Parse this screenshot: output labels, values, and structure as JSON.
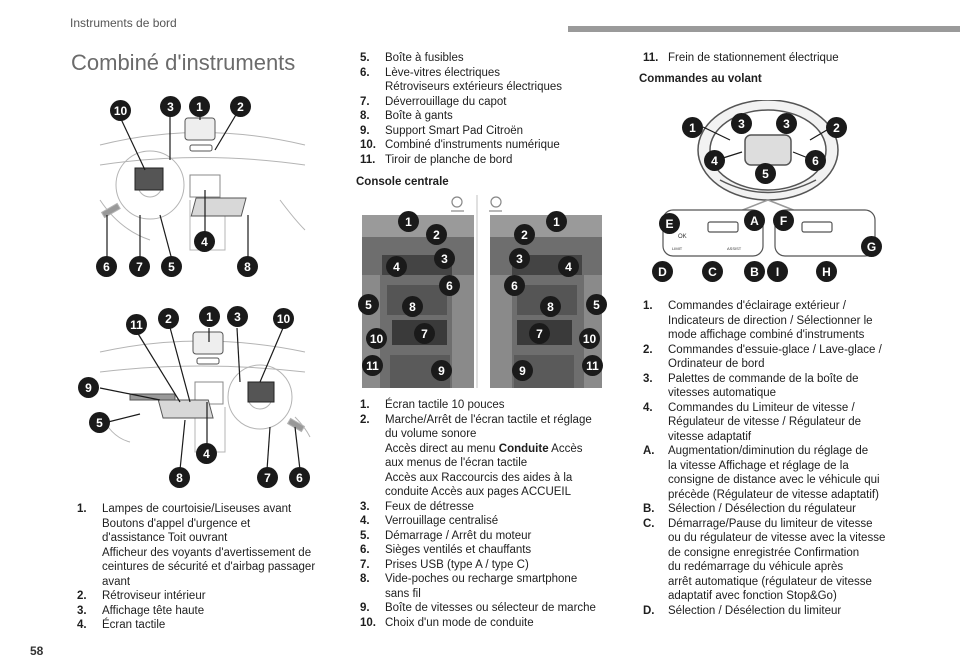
{
  "header": {
    "section": "Instruments de bord",
    "title": "Combiné d'instruments",
    "page_number": "58"
  },
  "diagram1_labels": [
    "10",
    "3",
    "1",
    "2",
    "4",
    "6",
    "7",
    "5",
    "8"
  ],
  "diagram2_labels": [
    "2",
    "1",
    "3",
    "11",
    "10",
    "9",
    "5",
    "8",
    "4",
    "7",
    "6"
  ],
  "console_labels_left": [
    "1",
    "2",
    "3",
    "4",
    "5",
    "6",
    "8",
    "7",
    "10",
    "11",
    "9"
  ],
  "console_labels_right": [
    "1",
    "2",
    "3",
    "4",
    "5",
    "6",
    "8",
    "7",
    "10",
    "9",
    "11"
  ],
  "wheel_labels": [
    "1",
    "3",
    "3",
    "2",
    "4",
    "6",
    "5",
    "E",
    "A",
    "F",
    "G",
    "D",
    "C",
    "B",
    "I",
    "H"
  ],
  "wheel_texts": {
    "ok": "OK",
    "limit": "LIMIT",
    "assist": "ASSIST"
  },
  "list1": [
    {
      "n": "1.",
      "t": "Lampes de courtoisie/Liseuses avant\nBoutons d'appel d'urgence et\nd'assistance Toit ouvrant\nAfficheur des voyants d'avertissement de\nceintures de sécurité et d'airbag passager\navant"
    },
    {
      "n": "2.",
      "t": "Rétroviseur intérieur"
    },
    {
      "n": "3.",
      "t": "Affichage tête haute"
    },
    {
      "n": "4.",
      "t": "Écran tactile"
    }
  ],
  "list2": [
    {
      "n": "5.",
      "t": "Boîte à fusibles"
    },
    {
      "n": "6.",
      "t": "Lève-vitres électriques\nRétroviseurs extérieurs électriques"
    },
    {
      "n": "7.",
      "t": "Déverrouillage du capot"
    },
    {
      "n": "8.",
      "t": "Boîte à gants"
    },
    {
      "n": "9.",
      "t": "Support Smart Pad Citroën"
    },
    {
      "n": "10.",
      "t": "Combiné d'instruments numérique"
    },
    {
      "n": "11.",
      "t": "Tiroir de planche de bord"
    }
  ],
  "console_heading": "Console centrale",
  "list3": [
    {
      "n": "1.",
      "t": "Écran tactile 10 pouces"
    },
    {
      "n": "2.",
      "t": "Marche/Arrêt de l'écran tactile et réglage\ndu volume sonore"
    },
    {
      "n": "",
      "t": "Accès direct au menu ",
      "b": "Conduite",
      "t2": " Accès\naux menus de l'écran tactile\nAccès aux Raccourcis des aides à la\nconduite Accès aux pages ACCUEIL"
    },
    {
      "n": "3.",
      "t": "Feux de détresse"
    },
    {
      "n": "4.",
      "t": "Verrouillage centralisé"
    },
    {
      "n": "5.",
      "t": "Démarrage / Arrêt du moteur"
    },
    {
      "n": "6.",
      "t": "Sièges ventilés et chauffants"
    },
    {
      "n": "7.",
      "t": "Prises USB (type A / type C)"
    },
    {
      "n": "8.",
      "t": "Vide-poches ou recharge smartphone\nsans fil"
    },
    {
      "n": "9.",
      "t": "Boîte de vitesses ou sélecteur de marche"
    },
    {
      "n": "10.",
      "t": "Choix d'un mode de conduite"
    }
  ],
  "list4_top": [
    {
      "n": "11.",
      "t": "Frein de stationnement électrique"
    }
  ],
  "wheel_heading": "Commandes au volant",
  "list4": [
    {
      "n": "1.",
      "t": "Commandes d'éclairage extérieur /\nIndicateurs de direction / Sélectionner le\nmode affichage combiné d'instruments"
    },
    {
      "n": "2.",
      "t": "Commandes d'essuie-glace / Lave-glace /\nOrdinateur de bord"
    },
    {
      "n": "3.",
      "t": "Palettes de commande de la boîte de\nvitesses automatique"
    },
    {
      "n": "4.",
      "t": "Commandes du Limiteur de vitesse /\nRégulateur de vitesse / Régulateur de\nvitesse adaptatif"
    },
    {
      "n": "A.",
      "t": "Augmentation/diminution du réglage de\nla vitesse Affichage et réglage de la\nconsigne de distance avec le véhicule qui\nprécède (Régulateur de vitesse adaptatif)"
    },
    {
      "n": "B.",
      "t": "Sélection / Désélection du régulateur"
    },
    {
      "n": "C.",
      "t": "Démarrage/Pause du limiteur de vitesse\nou du régulateur de vitesse avec la vitesse\nde consigne enregistrée Confirmation\ndu redémarrage du véhicule après\narrêt automatique (régulateur de vitesse\nadaptatif avec fonction Stop&Go)"
    },
    {
      "n": "D.",
      "t": "Sélection / Désélection du limiteur"
    }
  ]
}
